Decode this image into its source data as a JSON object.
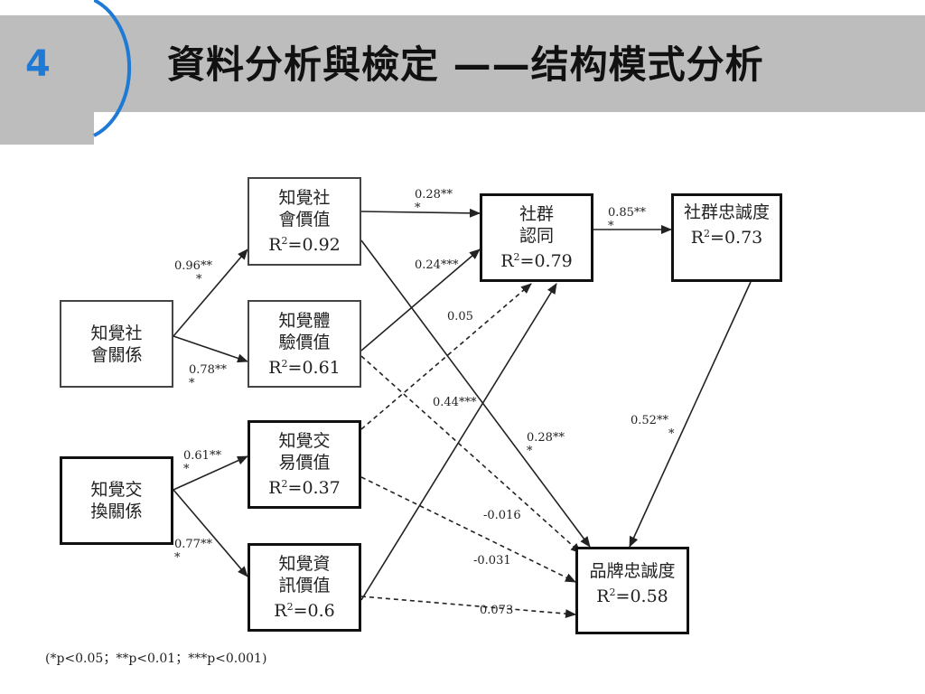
{
  "slide": {
    "number": "4",
    "title": "資料分析與檢定 ——结构模式分析",
    "accent_color": "#1f7ad6",
    "header_band_color": "#bdbdbd"
  },
  "diagram": {
    "nodes": {
      "social_relation": {
        "lines": [
          "知覺社",
          "會關係"
        ],
        "r2": ""
      },
      "exchange_relation": {
        "lines": [
          "知覺交",
          "換關係"
        ],
        "r2": ""
      },
      "social_value": {
        "lines": [
          "知覺社",
          "會價值"
        ],
        "r2": "0.92"
      },
      "experience_value": {
        "lines": [
          "知覺體",
          "驗價值"
        ],
        "r2": "0.61"
      },
      "transaction_value": {
        "lines": [
          "知覺交",
          "易價值"
        ],
        "r2": "0.37"
      },
      "information_value": {
        "lines": [
          "知覺資",
          "訊價值"
        ],
        "r2": "0.6"
      },
      "community_identity": {
        "lines": [
          "社群",
          "認同"
        ],
        "r2": "0.79"
      },
      "community_loyalty": {
        "lines": [
          "社群忠誠度"
        ],
        "r2": "0.73"
      },
      "brand_loyalty": {
        "lines": [
          "品牌忠誠度"
        ],
        "r2": "0.58"
      }
    },
    "r2_prefix": "R",
    "r2_sup": "2",
    "r2_eq": "=",
    "paths": [
      {
        "id": "sr_to_sv",
        "from": "social_relation",
        "to": "social_value",
        "coef": "0.96**",
        "coef2": "*",
        "style": "solid"
      },
      {
        "id": "sr_to_ev",
        "from": "social_relation",
        "to": "experience_value",
        "coef": "0.78**",
        "coef2": "*",
        "style": "solid"
      },
      {
        "id": "er_to_tv",
        "from": "exchange_relation",
        "to": "transaction_value",
        "coef": "0.61**",
        "coef2": "*",
        "style": "solid"
      },
      {
        "id": "er_to_iv",
        "from": "exchange_relation",
        "to": "information_value",
        "coef": "0.77**",
        "coef2": "*",
        "style": "solid"
      },
      {
        "id": "sv_to_ci",
        "from": "social_value",
        "to": "community_identity",
        "coef": "0.28**",
        "coef2": "*",
        "style": "solid"
      },
      {
        "id": "ev_to_ci",
        "from": "experience_value",
        "to": "community_identity",
        "coef": "0.24***",
        "coef2": "",
        "style": "solid"
      },
      {
        "id": "tv_to_ci",
        "from": "transaction_value",
        "to": "community_identity",
        "coef": "0.05",
        "coef2": "",
        "style": "dashed"
      },
      {
        "id": "iv_to_ci",
        "from": "information_value",
        "to": "community_identity",
        "coef": "0.44***",
        "coef2": "",
        "style": "solid"
      },
      {
        "id": "ci_to_cl",
        "from": "community_identity",
        "to": "community_loyalty",
        "coef": "0.85**",
        "coef2": "*",
        "style": "solid"
      },
      {
        "id": "cl_to_bl",
        "from": "community_loyalty",
        "to": "brand_loyalty",
        "coef": "0.52**",
        "coef2": "*",
        "style": "solid"
      },
      {
        "id": "sv_to_bl",
        "from": "social_value",
        "to": "brand_loyalty",
        "coef": "0.28**",
        "coef2": "*",
        "style": "solid"
      },
      {
        "id": "ev_to_bl",
        "from": "experience_value",
        "to": "brand_loyalty",
        "coef": "-0.016",
        "coef2": "",
        "style": "dashed"
      },
      {
        "id": "tv_to_bl",
        "from": "transaction_value",
        "to": "brand_loyalty",
        "coef": "-0.031",
        "coef2": "",
        "style": "dashed"
      },
      {
        "id": "iv_to_bl",
        "from": "information_value",
        "to": "brand_loyalty",
        "coef": "0.073",
        "coef2": "",
        "style": "dashed"
      }
    ],
    "footnote": "(*p<0.05；**p<0.01；***p<0.001)"
  }
}
